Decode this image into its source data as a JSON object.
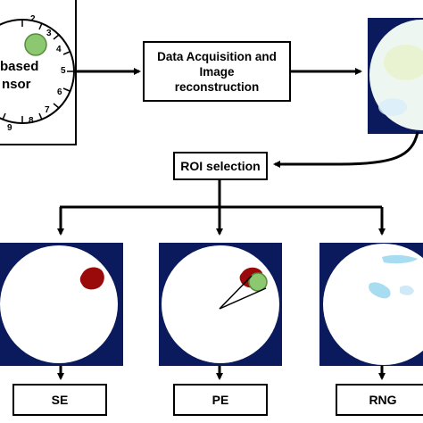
{
  "sensor": {
    "label_line1": "based",
    "label_line2": "nsor",
    "electrode_numbers": [
      "2",
      "3",
      "4",
      "5",
      "6",
      "7",
      "8",
      "9"
    ]
  },
  "boxes": {
    "acquisition_line1": "Data Acquisition and",
    "acquisition_line2": "Image",
    "acquisition_line3": "reconstruction",
    "roi": "ROI selection",
    "se": "SE",
    "pe": "PE",
    "rng": "RNG"
  },
  "colors": {
    "background_frame": "#0a1a5c",
    "roi_blob": "#9b0a0a",
    "inclusion_circle": "#8cc870",
    "artifact": "#a8dcf0"
  }
}
